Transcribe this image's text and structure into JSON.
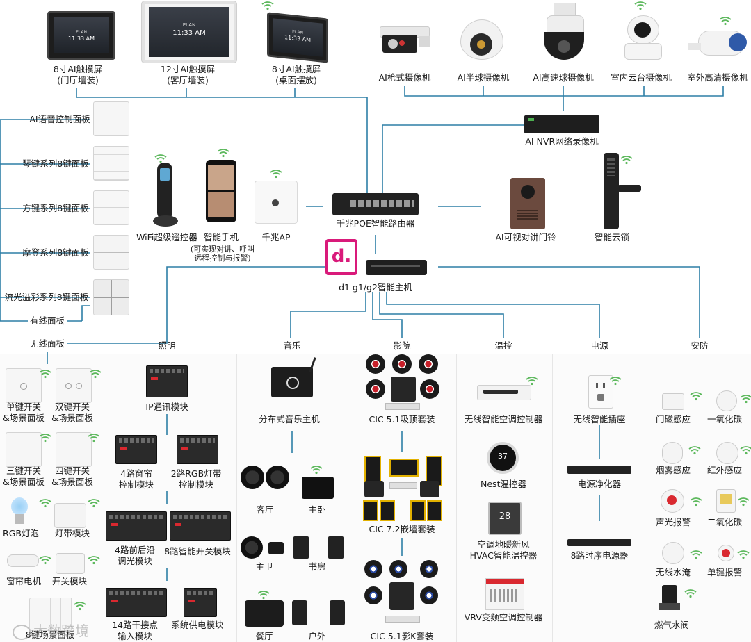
{
  "top_devices": {
    "screen1": "8寸AI触摸屏\n(门厅墙装)",
    "screen2": "12寸AI触摸屏\n(客厅墙装)",
    "screen3": "8寸AI触摸屏\n(桌面摆放)",
    "screen_brand": "ELAN",
    "screen_time": "11:33 AM"
  },
  "cameras": {
    "c1": "AI枪式摄像机",
    "c2": "AI半球摄像机",
    "c3": "AI高速球摄像机",
    "c4": "室内云台摄像机",
    "c5": "室外高清摄像机"
  },
  "nvr": "AI NVR网络录像机",
  "panels": {
    "p1": "AI语音控制面板",
    "p2": "琴键系列8键面板",
    "p3": "方键系列8键面板",
    "p4": "摩登系列8键面板",
    "p5": "流光溢彩系列8键面板",
    "wired": "有线面板",
    "wireless": "无线面板"
  },
  "middle": {
    "remote": "WiFi超级遥控器",
    "phone": "智能手机",
    "phone_note": "(可实现对讲、呼叫\n远程控制与报警)",
    "ap": "千兆AP",
    "router": "千兆POE智能路由器",
    "doorbell": "AI可视对讲门铃",
    "lock": "智能云锁",
    "host": "d1 g1/g2智能主机",
    "host_logo": "d."
  },
  "categories": {
    "lighting": "照明",
    "music": "音乐",
    "cinema": "影院",
    "temp": "温控",
    "power": "电源",
    "security": "安防"
  },
  "wireless_col": {
    "w1": "单键开关\n&场景面板",
    "w2": "双键开关\n&场景面板",
    "w3": "三键开关\n&场景面板",
    "w4": "四键开关\n&场景面板",
    "w5": "RGB灯泡",
    "w6": "灯带模块",
    "w7": "窗帘电机",
    "w8": "开关模块",
    "w9": "8键场景面板"
  },
  "lighting_col": {
    "l1": "IP通讯模块",
    "l2": "4路窗帘\n控制模块",
    "l3": "2路RGB灯带\n控制模块",
    "l4": "4路前后沿\n调光模块",
    "l5": "8路智能开关模块",
    "l6": "14路干接点\n输入模块",
    "l7": "系统供电模块"
  },
  "music_col": {
    "m1": "分布式音乐主机",
    "m2": "客厅",
    "m3": "主卧",
    "m4": "主卫",
    "m5": "书房",
    "m6": "餐厅",
    "m7": "户外"
  },
  "cinema_col": {
    "k1": "CIC 5.1吸顶套装",
    "k2": "CIC 7.2嵌墙套装",
    "k3": "CIC 5.1影K套装"
  },
  "temp_col": {
    "t1": "无线智能空调控制器",
    "t2": "Nest温控器",
    "t3": "空调地暖新风\nHVAC智能温控器",
    "t4": "VRV变频空调控制器",
    "thermo_value": "28"
  },
  "power_col": {
    "e1": "无线智能插座",
    "e2": "电源净化器",
    "e3": "8路时序电源器"
  },
  "security_col": {
    "s1": "门磁感应",
    "s2": "一氧化碳",
    "s3": "烟雾感应",
    "s4": "红外感应",
    "s5": "声光报警",
    "s6": "二氧化碳",
    "s7": "无线水淹",
    "s8": "单键报警",
    "s9": "燃气水阀"
  },
  "watermark": "大数跨境",
  "colors": {
    "wire": "#2d7fa6",
    "wifi": "#5cb85c",
    "accent_red": "#d9282f",
    "host_pink": "#d91a7a"
  },
  "icons": [
    "wifi-icon",
    "touchscreen-icon",
    "camera-icon",
    "nvr-icon",
    "switch-panel-icon",
    "remote-icon",
    "phone-icon",
    "ap-icon",
    "router-icon",
    "doorbell-icon",
    "lock-icon",
    "host-icon",
    "speaker-icon",
    "module-icon",
    "thermostat-icon",
    "socket-icon",
    "sensor-icon",
    "valve-icon"
  ]
}
